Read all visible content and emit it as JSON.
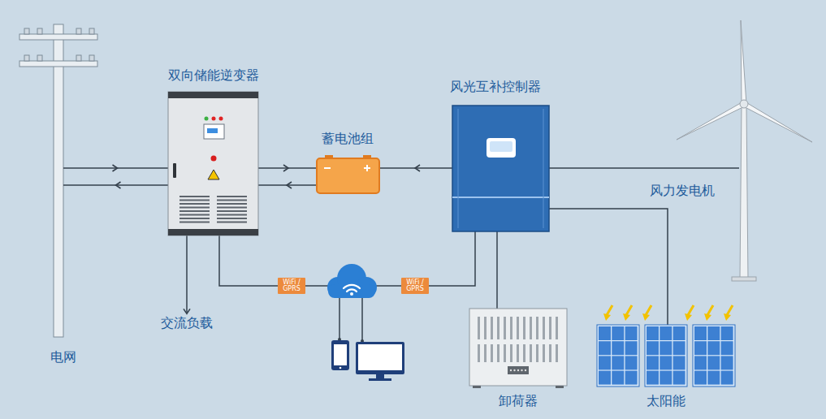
{
  "diagram": {
    "nodes": [
      {
        "text": [
          "电网"
        ]
      },
      {
        "text": [
          "双向储能逆变器"
        ]
      },
      {
        "text": [
          "蓄电池组"
        ]
      },
      {
        "text": [
          "风光互补控制器"
        ]
      },
      {
        "text": [
          "风力发电机"
        ]
      },
      {
        "text": [
          "交流负载"
        ]
      },
      {
        "text": [
          "WiFi / GPRS"
        ]
      },
      {
        "text": [
          "WiFi / GPRS"
        ]
      },
      {
        "text": [
          "卸荷器"
        ]
      },
      {
        "text": [
          "太阳能"
        ]
      }
    ],
    "edges": [
      {
        "from": 0,
        "to": 1,
        "arrow": "to"
      },
      {
        "from": 1,
        "to": 0,
        "arrow": "to"
      },
      {
        "from": 1,
        "to": 2,
        "arrow": "to"
      },
      {
        "from": 2,
        "to": 1,
        "arrow": "to"
      },
      {
        "from": 3,
        "to": 2,
        "arrow": "to"
      },
      {
        "from": 4,
        "to": 3,
        "arrow": "none"
      },
      {
        "from": 1,
        "to": 5,
        "arrow": "to"
      },
      {
        "from": 1,
        "to": 6,
        "arrow": "none"
      },
      {
        "from": 3,
        "to": 7,
        "arrow": "none"
      },
      {
        "from": 8,
        "to": 3,
        "arrow": "none"
      },
      {
        "from": 9,
        "to": 3,
        "arrow": "none"
      }
    ]
  }
}
